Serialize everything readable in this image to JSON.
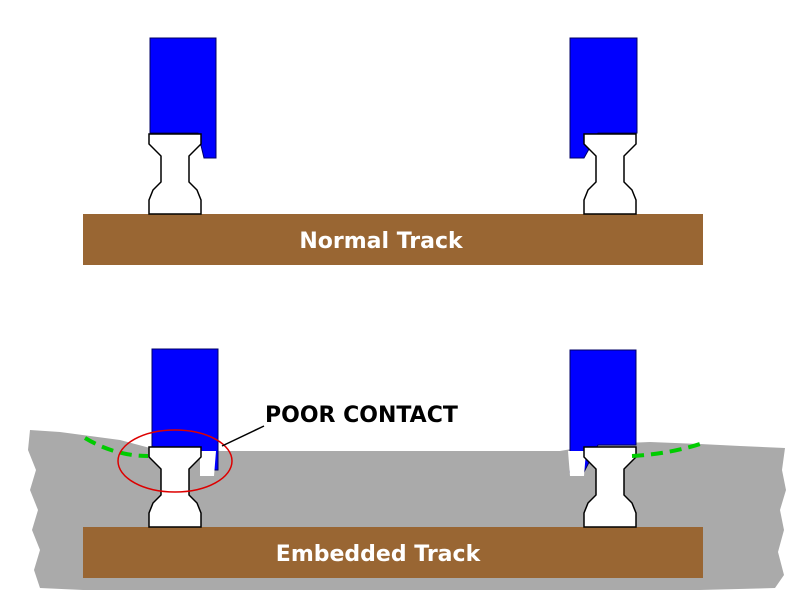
{
  "panels": {
    "normal": {
      "label": "Normal Track"
    },
    "embedded": {
      "label": "Embedded Track"
    }
  },
  "callout": {
    "text": "POOR CONTACT"
  },
  "colors": {
    "wheel": "#0000ff",
    "sleeper": "#996633",
    "embedding_material": "#aaaaaa",
    "rail": "#ffffff",
    "contact_line": "#00cc00",
    "callout_circle": "#dd0000"
  }
}
